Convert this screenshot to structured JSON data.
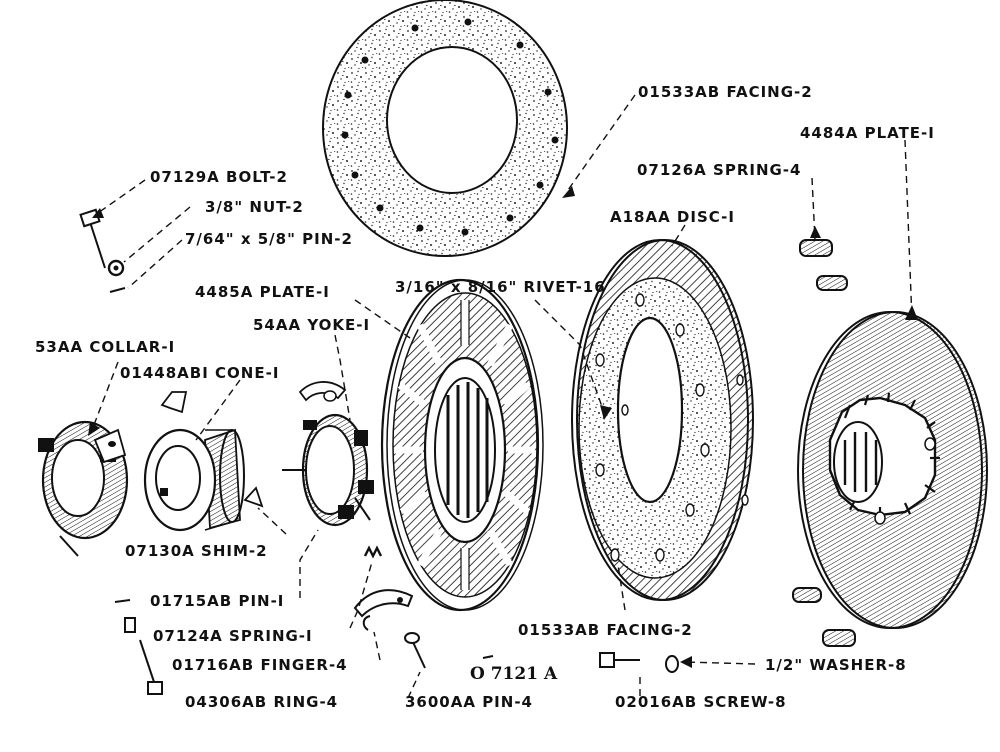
{
  "diagram": {
    "labels": {
      "facing_top": "01533AB FACING-2",
      "plate_right": "4484A PLATE-I",
      "spring4": "07126A SPRING-4",
      "bolt": "07129A BOLT-2",
      "disc": "A18AA DISC-I",
      "nut": "3/8\" NUT-2",
      "pin2": "7/64\" x 5/8\" PIN-2",
      "rivet": "3/16\" x 8/16\" RIVET-16",
      "plate_mid": "4485A PLATE-I",
      "yoke": "54AA YOKE-I",
      "collar": "53AA COLLAR-I",
      "cone": "01448ABI CONE-I",
      "shim": "07130A SHIM-2",
      "pin1": "01715AB PIN-I",
      "spring1": "07124A SPRING-I",
      "facing_bottom": "01533AB FACING-2",
      "finger": "01716AB FINGER-4",
      "washer": "1/2\" WASHER-8",
      "ring": "04306AB RING-4",
      "pin4": "3600AA PIN-4",
      "screw": "02016AB SCREW-8",
      "drawing_no": "O 7121 A"
    }
  }
}
